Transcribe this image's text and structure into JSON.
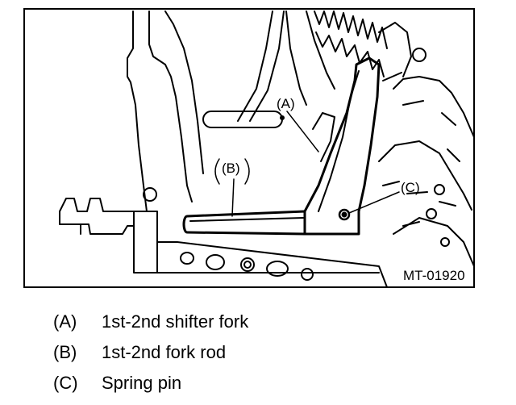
{
  "figure": {
    "code": "MT-01920",
    "callouts": [
      {
        "key": "(A)"
      },
      {
        "key": "(B)"
      },
      {
        "key": "(C)"
      }
    ]
  },
  "legend": [
    {
      "key": "(A)",
      "text": "1st-2nd shifter fork"
    },
    {
      "key": "(B)",
      "text": "1st-2nd fork rod"
    },
    {
      "key": "(C)",
      "text": "Spring pin"
    }
  ]
}
